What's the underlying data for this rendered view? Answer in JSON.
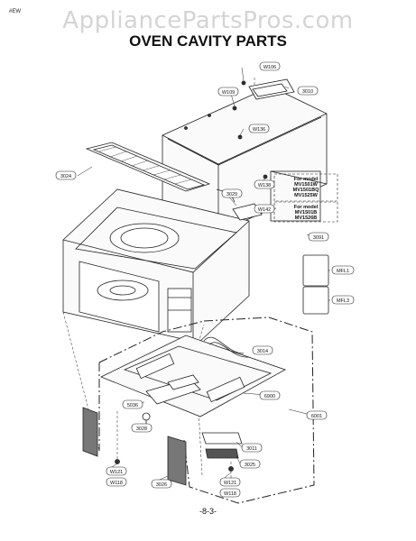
{
  "page": {
    "corner_tag": "#EW",
    "watermark": "AppliancePartsPros.com",
    "title": "OVEN CAVITY PARTS",
    "page_number": "-8-3-"
  },
  "callouts": {
    "w106": "W106",
    "w109": "W109",
    "c3010": "3010",
    "w136": "W136",
    "c3024": "3024",
    "w138": "W138",
    "w142": "W142",
    "c3029": "3029",
    "c3091": "3091",
    "mfl1": "MFL1",
    "mfl3": "MFL3",
    "c3014": "3014",
    "c5036": "5036",
    "c6900": "6900",
    "c6001": "6001",
    "c3028": "3028",
    "c3011": "3011",
    "c3025": "3025",
    "w121_left": "W121",
    "w118_left": "W118",
    "c3026": "3026",
    "w121_right": "W121",
    "w118_right": "W118"
  },
  "model_notes": {
    "group1_title": "For model",
    "group1_models": [
      "MV1501W",
      "MV1501BQ",
      "MV1525W"
    ],
    "group2_title": "For model",
    "group2_models": [
      "MV1501B",
      "MV1526B"
    ]
  }
}
